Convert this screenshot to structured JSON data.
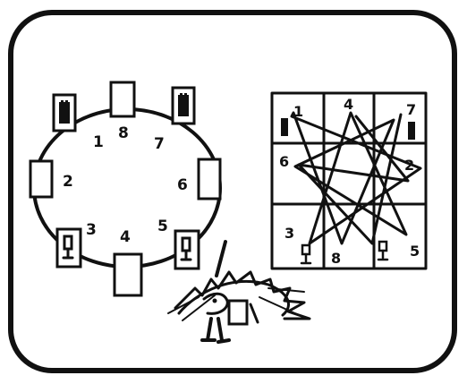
{
  "circle_layout": {
    "position_numbers": [
      "1",
      "2",
      "3",
      "4",
      "5",
      "6",
      "7",
      "8"
    ]
  },
  "grid_layout": {
    "position_numbers": [
      "1",
      "2",
      "3",
      "4",
      "5",
      "6",
      "7",
      "8"
    ]
  },
  "icons": [
    "tower-card-icon",
    "cup-card-icon",
    "star-heptagram-icon",
    "hedgehog-creature-icon"
  ]
}
